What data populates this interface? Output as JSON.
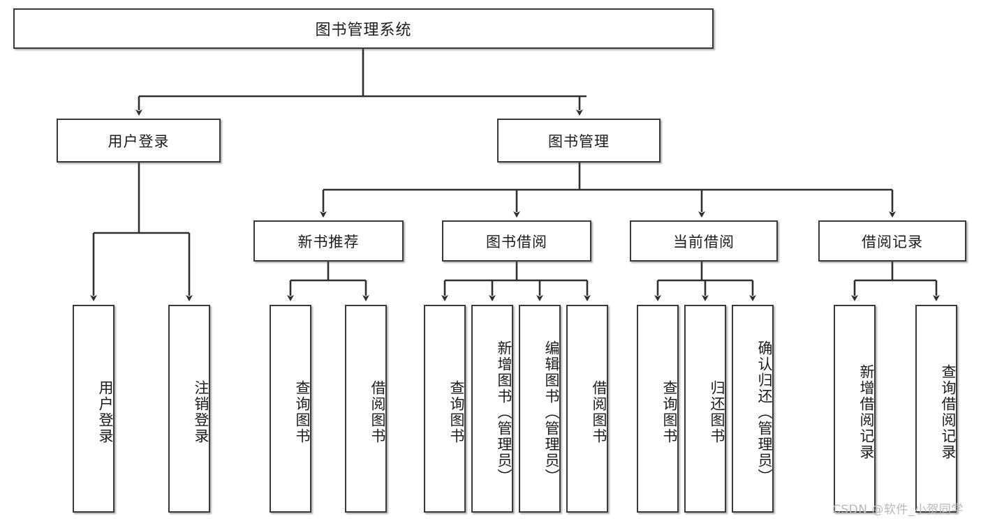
{
  "diagram": {
    "title": "图书管理系统",
    "root": {
      "label": "图书管理系统"
    },
    "level2": [
      {
        "label": "用户登录"
      },
      {
        "label": "图书管理"
      }
    ],
    "level3": [
      {
        "label": "新书推荐"
      },
      {
        "label": "图书借阅"
      },
      {
        "label": "当前借阅"
      },
      {
        "label": "借阅记录"
      }
    ],
    "leaves": {
      "user_login": [
        {
          "label": "用户登录"
        },
        {
          "label": "注销登录"
        }
      ],
      "new_book_recommend": [
        {
          "label": "查询图书"
        },
        {
          "label": "借阅图书"
        }
      ],
      "book_borrow": [
        {
          "label": "查询图书"
        },
        {
          "label": "新增图书（管理员）"
        },
        {
          "label": "编辑图书（管理员）"
        },
        {
          "label": "借阅图书"
        }
      ],
      "current_borrow": [
        {
          "label": "查询图书"
        },
        {
          "label": "归还图书"
        },
        {
          "label": "确认归还（管理员）"
        }
      ],
      "borrow_record": [
        {
          "label": "新增借阅记录"
        },
        {
          "label": "查询借阅记录"
        }
      ]
    }
  },
  "watermark": {
    "text": "CSDN @软件_小贺同学"
  },
  "colors": {
    "stroke": "#3a3a3a",
    "text": "#1c1c1c",
    "background": "#ffffff",
    "watermark": "#b9b9b9"
  }
}
